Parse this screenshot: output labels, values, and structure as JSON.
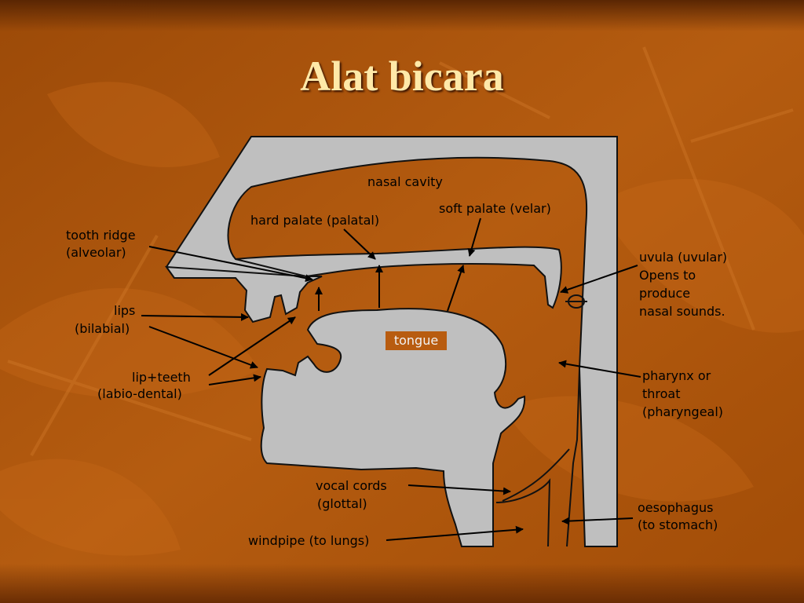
{
  "slide": {
    "title": "Alat bicara"
  },
  "colors": {
    "background": "#b35a0c",
    "diagram_fill": "#bfbfbf",
    "outline": "#111111",
    "title": "#ffe9a8"
  },
  "labels": {
    "nasal_cavity": "nasal cavity",
    "hard_palate": "hard palate (palatal)",
    "soft_palate": "soft palate (velar)",
    "tooth_ridge_1": "tooth ridge",
    "tooth_ridge_2": "(alveolar)",
    "uvula_1": "uvula (uvular)",
    "uvula_2": "Opens to",
    "uvula_3": "produce",
    "uvula_4": "nasal sounds.",
    "lips_1": "lips",
    "lips_2": "(bilabial)",
    "tongue": "tongue",
    "lip_teeth_1": "lip+teeth",
    "lip_teeth_2": "(labio-dental)",
    "pharynx_1": "pharynx or",
    "pharynx_2": "throat",
    "pharynx_3": "(pharyngeal)",
    "vocal_cords_1": "vocal cords",
    "vocal_cords_2": "(glottal)",
    "oesophagus_1": "oesophagus",
    "oesophagus_2": "(to stomach)",
    "windpipe": "windpipe (to lungs)"
  }
}
